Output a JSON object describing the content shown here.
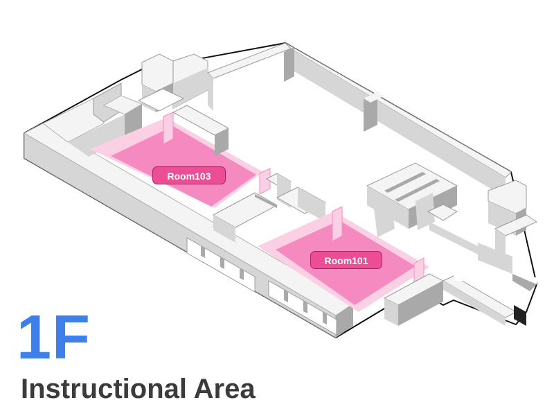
{
  "floor": {
    "level": "1F",
    "area_name": "Instructional Area"
  },
  "rooms": [
    {
      "id": "103",
      "label": "Room103",
      "highlighted": true
    },
    {
      "id": "101",
      "label": "Room101",
      "highlighted": true
    }
  ],
  "colors": {
    "floor_level": "#3f7fe9",
    "area_name": "#3b3b3b",
    "room_label_bg": "#ec4d95",
    "room_label_border": "#a8245e",
    "room_highlight": "#f48ac0",
    "room_highlight_light": "#fbd0e5",
    "wall_top": "#f4f4f4",
    "wall_side_light": "#d6d6d6",
    "wall_side_dark": "#a9a9a9",
    "outline": "#111111"
  }
}
